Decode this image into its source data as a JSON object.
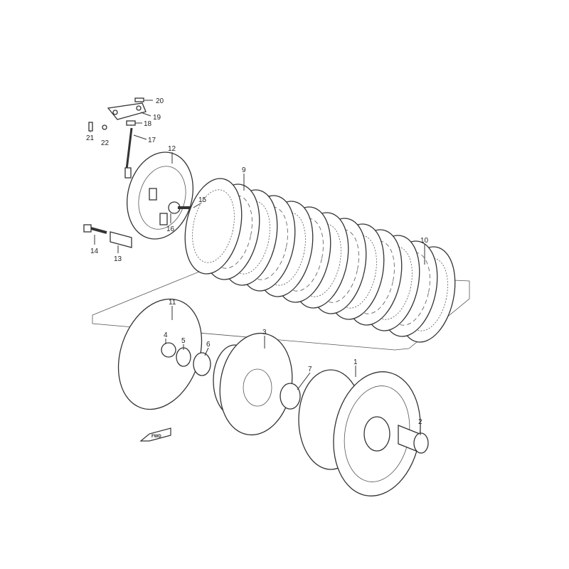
{
  "diagram": {
    "type": "exploded parts diagram",
    "part_labels": [
      "1",
      "2",
      "3",
      "4",
      "5",
      "6",
      "7",
      "9",
      "10",
      "11",
      "12",
      "13",
      "14",
      "15",
      "16",
      "17",
      "18",
      "19",
      "20",
      "21",
      "22"
    ],
    "direction_marker": "FWD",
    "colors": {
      "line": "#333333",
      "background": "#ffffff"
    }
  }
}
